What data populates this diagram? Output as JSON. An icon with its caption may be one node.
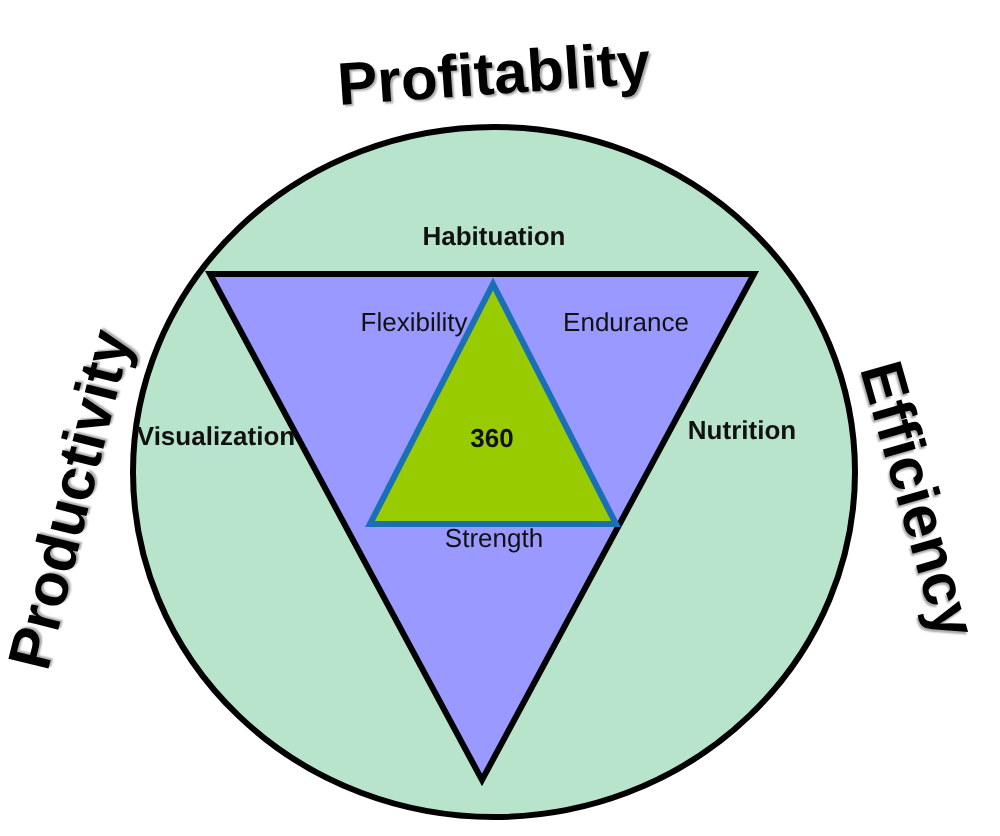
{
  "diagram": {
    "nodes": [
      {
        "text": [
          "Habituation",
          "Visualization",
          "Nutrition"
        ]
      },
      {
        "text": [
          "Flexibility",
          "Endurance",
          "Strength"
        ],
        "in": 0
      },
      {
        "text": [
          "360"
        ],
        "in": 1
      }
    ],
    "edges": [],
    "labels": [
      "Profitablity",
      "Productivity",
      "Efficiency"
    ]
  }
}
